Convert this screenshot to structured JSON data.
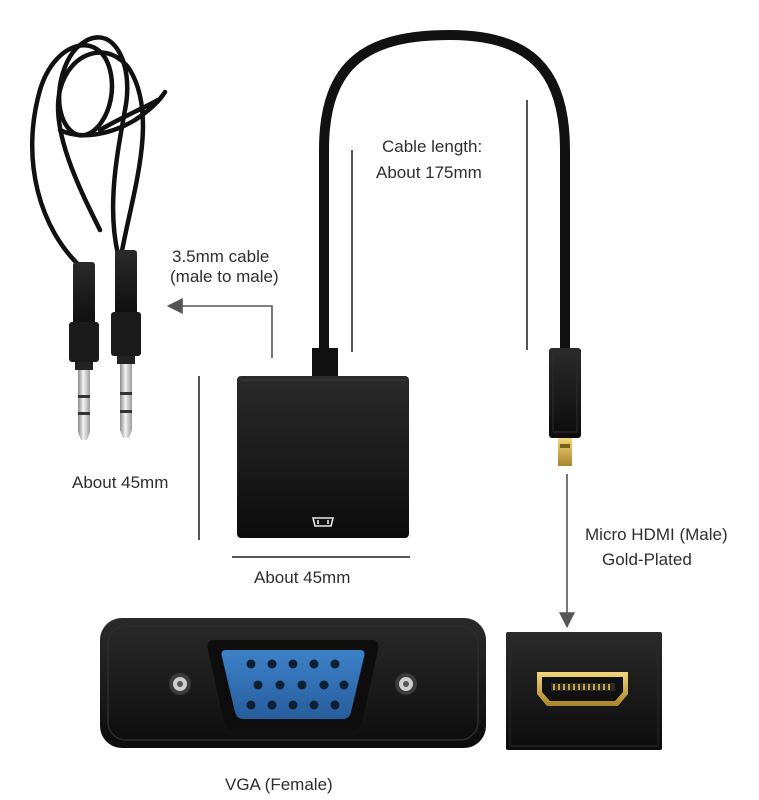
{
  "labels": {
    "cable_length_line1": "Cable length:",
    "cable_length_line2": "About 175mm",
    "audio_cable_line1": "3.5mm cable",
    "audio_cable_line2": "(male to male)",
    "height_dim": "About 45mm",
    "width_dim": "About 45mm",
    "micro_hdmi_line1": "Micro HDMI (Male)",
    "micro_hdmi_line2": "Gold-Plated",
    "vga_port": "VGA (Female)"
  },
  "icons": {
    "adapter_symbol": "vga-port-icon"
  },
  "colors": {
    "background": "#ffffff",
    "body_black": "#141414",
    "vga_blue": "#2f6fb5",
    "gold": "#c9a43a",
    "annotation_gray": "#6a6a6a"
  }
}
